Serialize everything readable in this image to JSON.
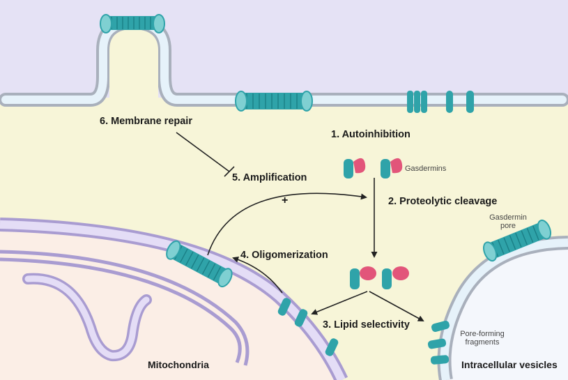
{
  "steps": {
    "s1": "1. Autoinhibition",
    "s2": "2. Proteolytic cleavage",
    "s3": "3. Lipid selectivity",
    "s4": "4. Oligomerization",
    "s5": "5. Amplification",
    "s6": "6. Membrane repair"
  },
  "labels": {
    "gasdermins": "Gasdermins",
    "pore_line1": "Gasdermin",
    "pore_line2": "pore",
    "fragments_line1": "Pore-forming",
    "fragments_line2": "fragments",
    "mitochondria": "Mitochondria",
    "vesicles": "Intracellular vesicles",
    "plus": "+"
  },
  "colors": {
    "extracellular": "#e5e2f5",
    "cytoplasm": "#f7f5d8",
    "mitochondria_fill": "#fbeee6",
    "membrane_plasma": "#c2dced",
    "membrane_mito": "#c9c1e6",
    "vesicle_fill": "#f4f7fc",
    "protein_teal": "#2fa3a9",
    "protein_light": "#7fd0d2",
    "protein_pink": "#e2557a"
  }
}
